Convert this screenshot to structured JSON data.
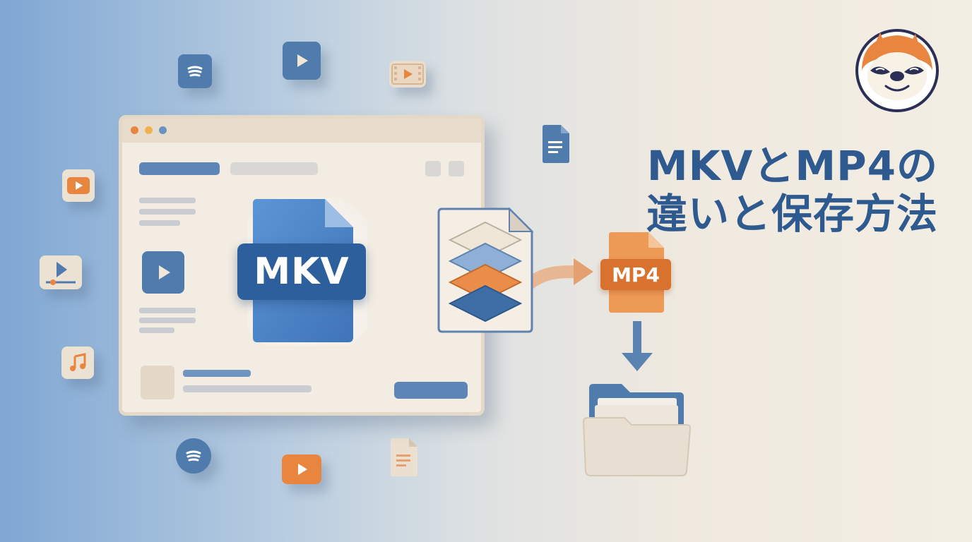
{
  "headline": {
    "line1": "MKVとMP4の",
    "line2": "違いと保存方法"
  },
  "source_file": {
    "label": "MKV",
    "icon": "mkv-file-icon",
    "color": "#4a82c8"
  },
  "target_file": {
    "label": "MP4",
    "icon": "mp4-file-icon",
    "color": "#e88b45"
  },
  "colors": {
    "blue": "#4a78aa",
    "orange": "#e8853f",
    "beige": "#e6dccd",
    "title": "#2f5a8f"
  },
  "icons": [
    "sound-wave-icon",
    "play-button-icon",
    "film-strip-icon",
    "document-icon",
    "music-note-icon",
    "video-player-icon",
    "layers-icon",
    "folder-icon",
    "sloth-mascot-icon"
  ]
}
